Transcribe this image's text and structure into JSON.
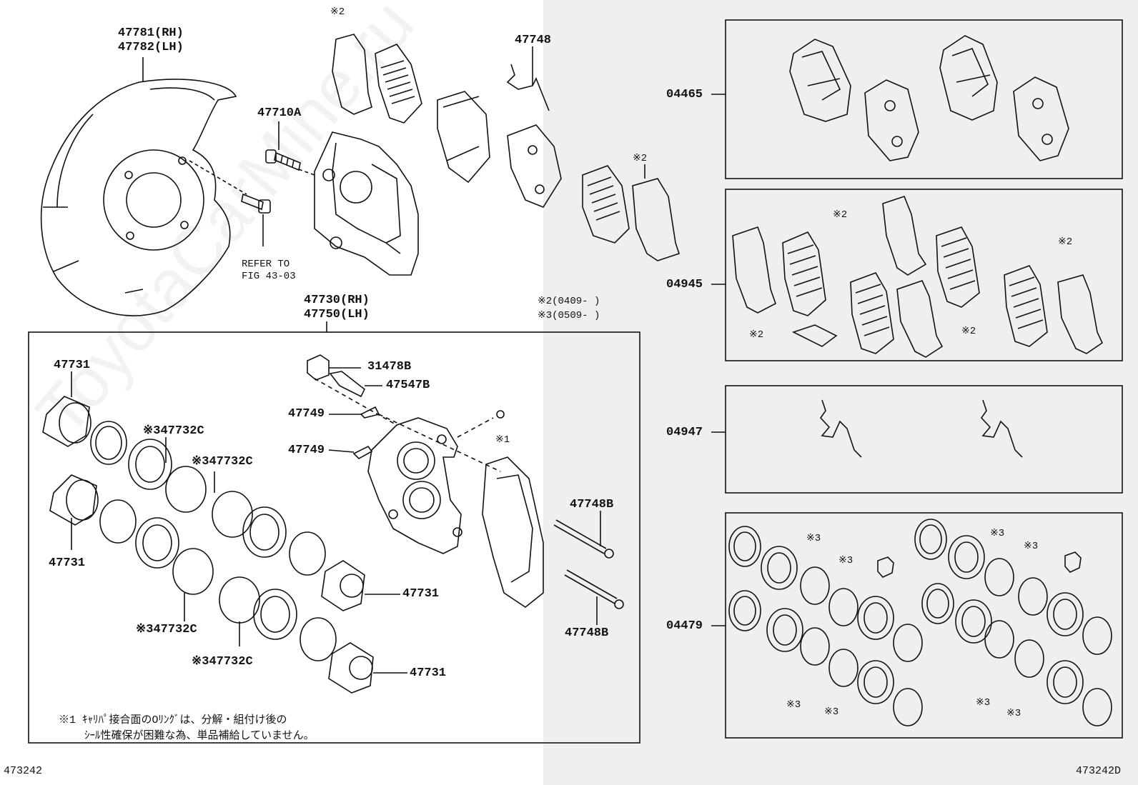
{
  "watermark": "ToyotaCarMine.ru",
  "top_labels": {
    "shield": [
      "47781(RH)",
      "47782(LH)"
    ],
    "bolt": "47710A",
    "refer": [
      "REFER TO",
      "FIG 43-03"
    ],
    "pad_mark_top": "※2",
    "clip": "47748",
    "pad_mark_right": "※2",
    "caliper": [
      "47730(RH)",
      "47750(LH)"
    ],
    "remarks": [
      "※2(0409-     )",
      "※3(0509-     )"
    ]
  },
  "inner_labels": {
    "piston_a": "47731",
    "seal_a1": "※347732C",
    "seal_a2": "※347732C",
    "piston_b": "47731",
    "seal_b": "※347732C",
    "seal_c": "※347732C",
    "piston_c": "47731",
    "piston_d": "47731",
    "cap": "31478B",
    "bleeder": "47547B",
    "clip_a": "47749",
    "clip_b": "47749",
    "oring": "※1",
    "pin_a": "47748B",
    "pin_b": "47748B",
    "note": [
      "※1 ｷｬﾘﾊﾟ接合面のOﾘﾝｸﾞは、分解・組付け後の",
      "ｼｰﾙ性確保が困難な為、単品補給していません。"
    ]
  },
  "kits": [
    {
      "code": "04465"
    },
    {
      "code": "04945",
      "marks": [
        "※2",
        "※2",
        "※2",
        "※2"
      ]
    },
    {
      "code": "04947"
    },
    {
      "code": "04479",
      "marks": [
        "※3",
        "※3",
        "※3",
        "※3",
        "※3",
        "※3",
        "※3",
        "※3"
      ]
    }
  ],
  "footer": {
    "left": "473242",
    "right": "473242D"
  }
}
